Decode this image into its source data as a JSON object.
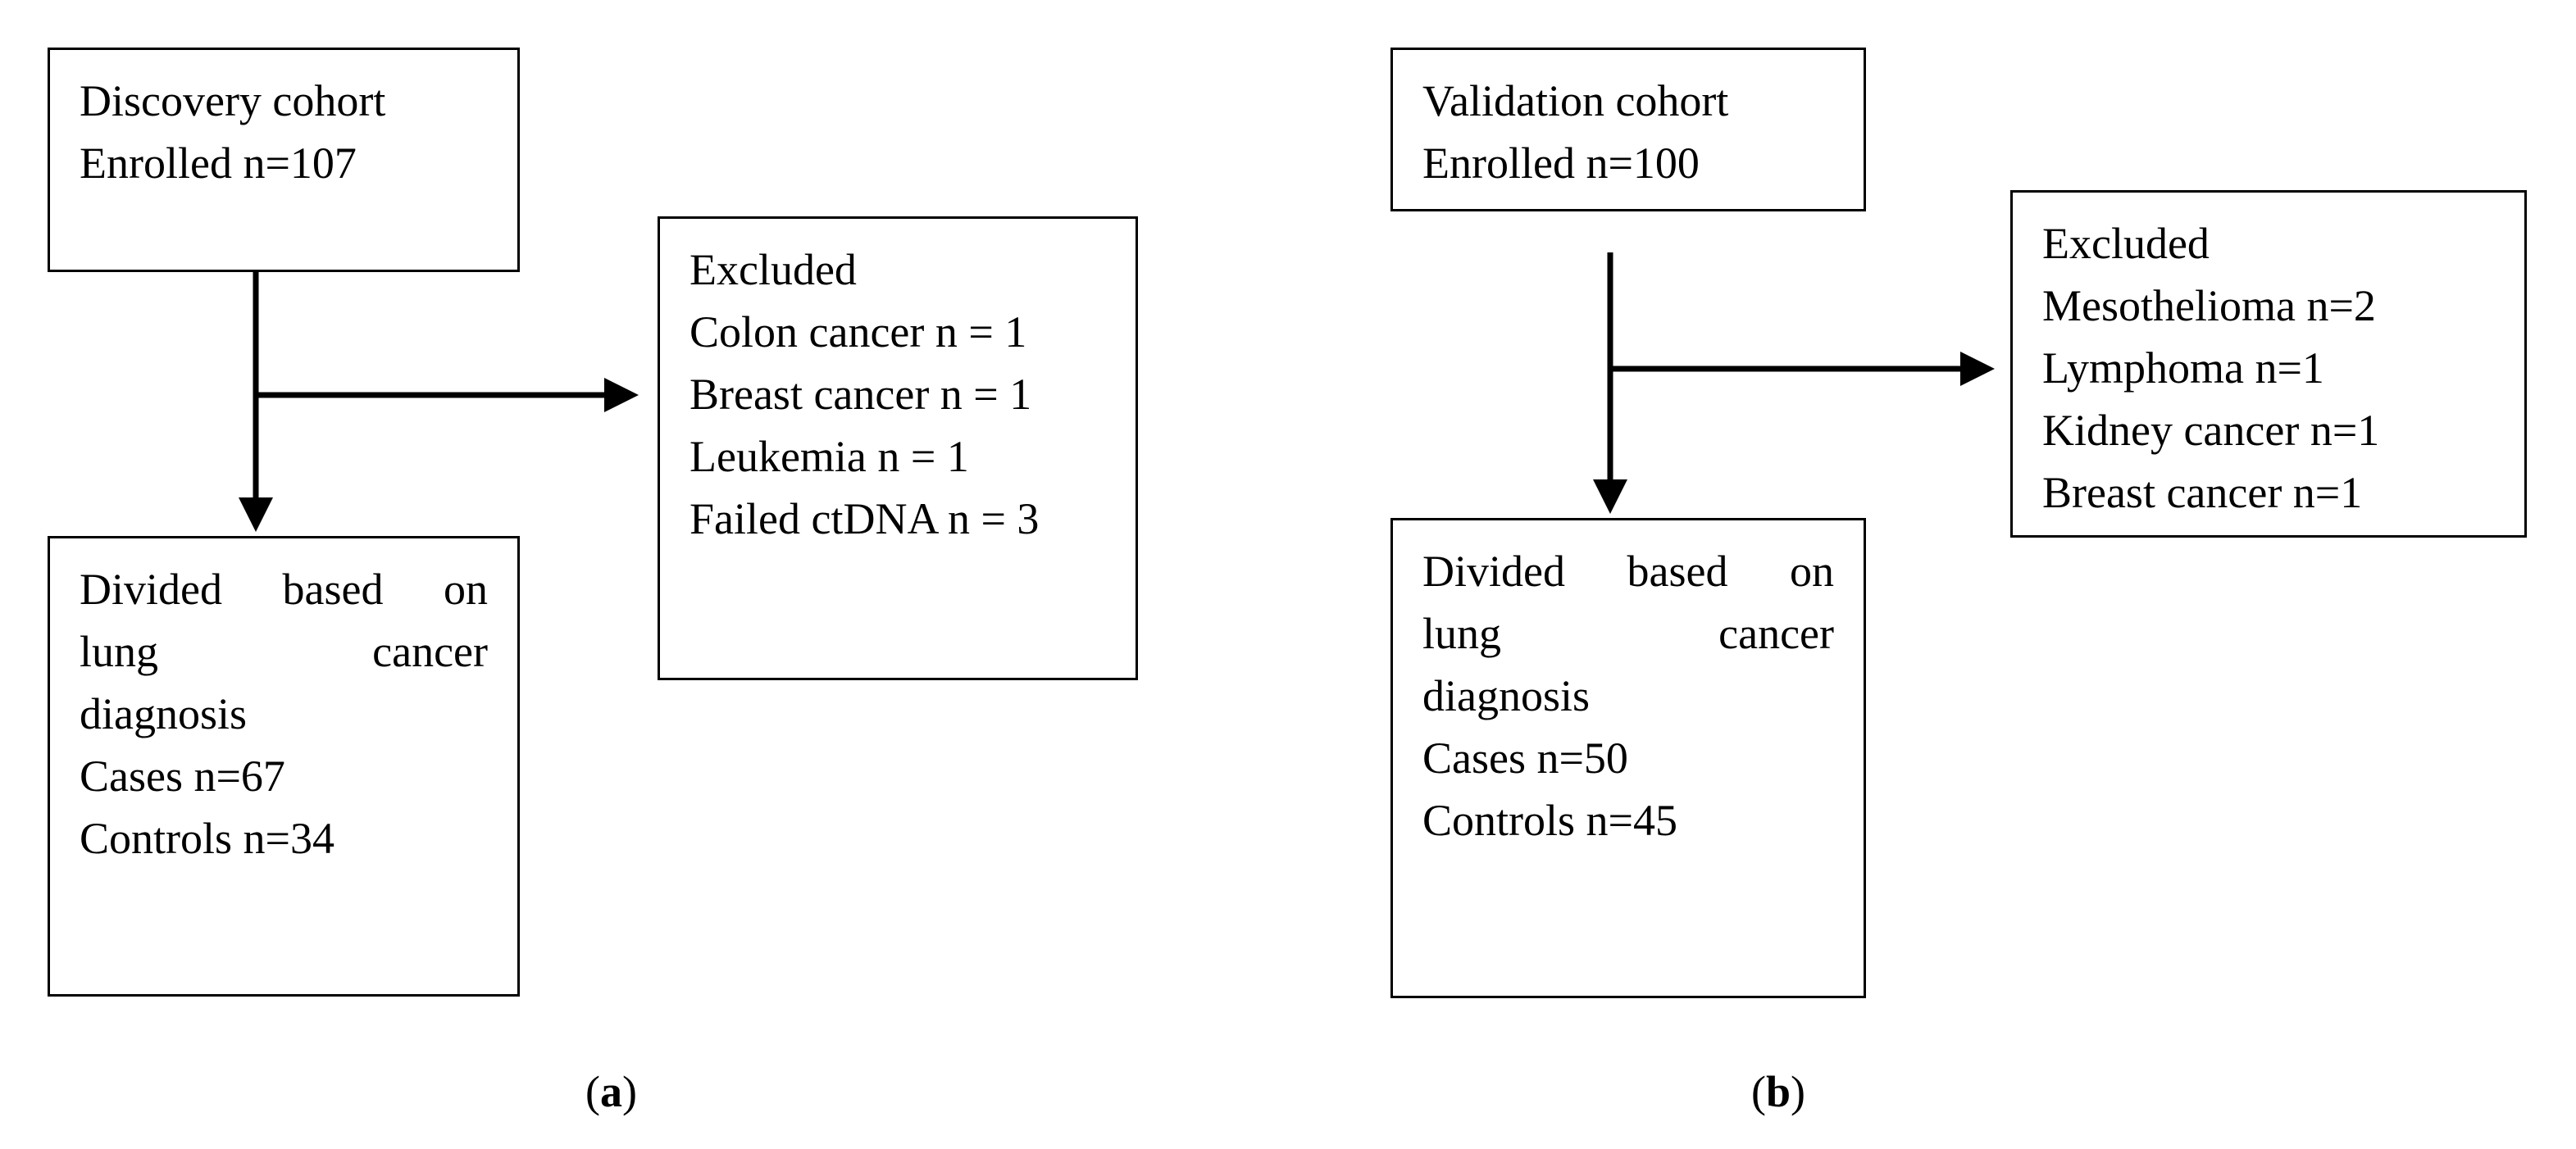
{
  "panel_a": {
    "label_open": "(",
    "label_letter": "a",
    "label_close": ")",
    "enrolled": {
      "line1": "Discovery cohort",
      "line2": "Enrolled n=107"
    },
    "excluded": {
      "title": "Excluded",
      "items": [
        "Colon cancer n = 1",
        "Breast cancer n = 1",
        "Leukemia n = 1",
        "Failed ctDNA n = 3"
      ]
    },
    "divided": {
      "line1": "Divided based on",
      "line2": "lung cancer",
      "line3": "diagnosis",
      "cases": "Cases n=67",
      "controls": "Controls n=34"
    }
  },
  "panel_b": {
    "label_open": "(",
    "label_letter": "b",
    "label_close": ")",
    "enrolled": {
      "line1": "Validation cohort",
      "line2": "Enrolled n=100"
    },
    "excluded": {
      "title": "Excluded",
      "items": [
        "Mesothelioma n=2",
        "Lymphoma n=1",
        "Kidney cancer n=1",
        "Breast cancer n=1"
      ]
    },
    "divided": {
      "line1": "Divided based on",
      "line2": "lung cancer",
      "line3": "diagnosis",
      "cases": "Cases n=50",
      "controls": "Controls n=45"
    }
  }
}
